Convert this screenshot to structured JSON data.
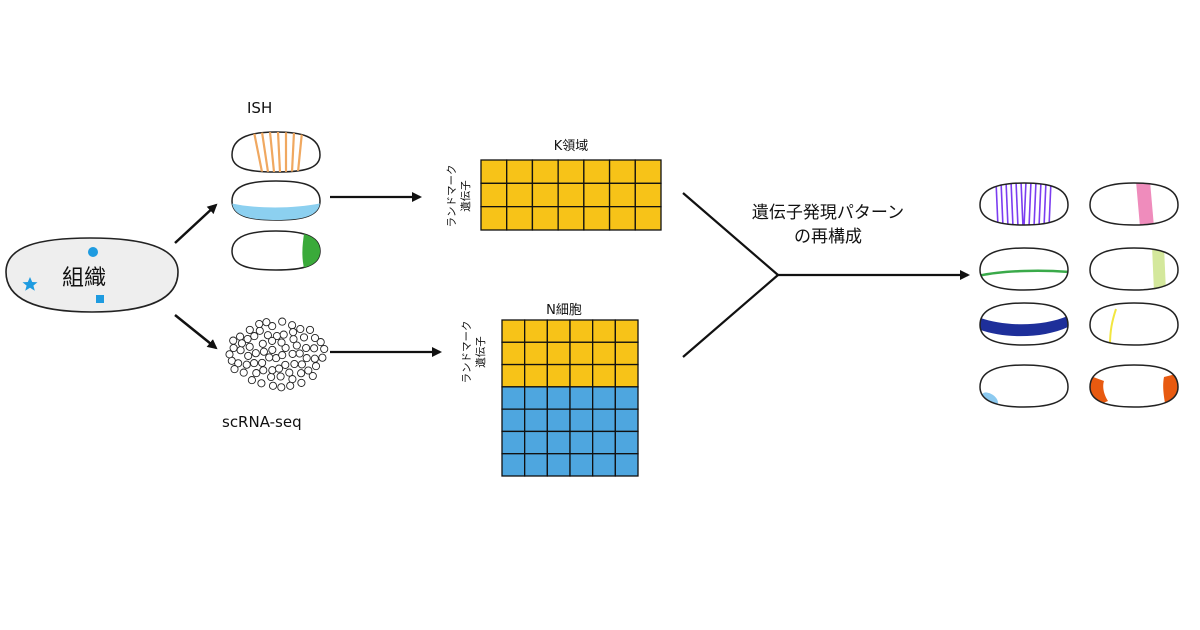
{
  "tissue": {
    "label": "組織"
  },
  "ish": {
    "label": "ISH"
  },
  "scrna": {
    "label": "scRNA-seq"
  },
  "matrix_k": {
    "title": "K領域",
    "row_label_1": "ランドマーク",
    "row_label_2": "遺伝子",
    "rows": 3,
    "cols": 7,
    "color": "#f7c318"
  },
  "matrix_n": {
    "title": "N細胞",
    "row_label_1": "ランドマーク",
    "row_label_2": "遺伝子",
    "cols": 6,
    "landmark_rows": 3,
    "other_rows": 4,
    "color_top": "#f7c318",
    "color_bottom": "#4ea6df"
  },
  "reconstruction": {
    "line1": "遺伝子発現パターン",
    "line2": "の再構成"
  },
  "colors": {
    "ish_stripes": "#f0a860",
    "ish_band": "#8cd0f0",
    "ish_end": "#3aaa3a",
    "tissue_marks": "#1e9be0",
    "embryo_fill": "#eeeeee"
  },
  "patterns": [
    {
      "name": "purple-stripes",
      "color": "#7b3df0"
    },
    {
      "name": "pink-band",
      "color": "#ef8cbc"
    },
    {
      "name": "green-line",
      "color": "#3aaa4a"
    },
    {
      "name": "lime-band",
      "color": "#d4e89c"
    },
    {
      "name": "navy-band",
      "color": "#1e2f9a"
    },
    {
      "name": "yellow-line",
      "color": "#f2e640"
    },
    {
      "name": "lightblue-spot",
      "color": "#8ccaf0"
    },
    {
      "name": "orange-ends",
      "color": "#e85a10"
    }
  ]
}
